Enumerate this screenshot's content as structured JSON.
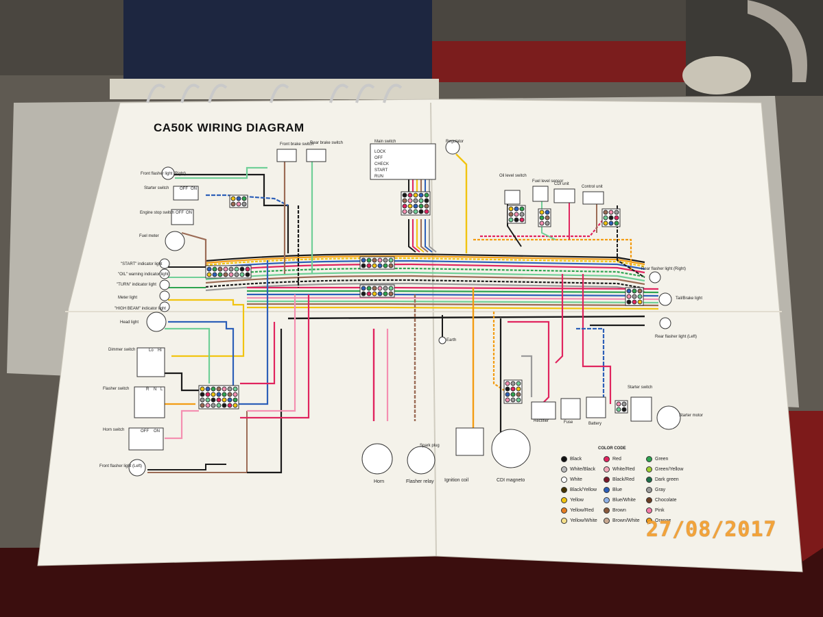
{
  "diagram": {
    "title": "CA50K WIRING DIAGRAM",
    "stamp_date": "27/08/2017",
    "labels": {
      "front_flasher_right": "Front flasher light (Right)",
      "starter_switch_left": "Starter switch",
      "engine_stop_switch": "Engine stop switch",
      "fuel_meter": "Fuel meter",
      "start_indicator": "\"START\" indicator light",
      "oil_warning": "\"OIL\" warning indicator light",
      "turn_indicator": "\"TURN\" indicator light",
      "meter_light": "Meter light",
      "high_beam": "\"HIGH BEAM\" indicator light",
      "head_light": "Head light",
      "dimmer_switch": "Dimmer switch",
      "flasher_switch": "Flasher switch",
      "horn_switch": "Horn switch",
      "front_flasher_left": "Front flasher light (Left)",
      "front_brake_switch": "Front brake switch",
      "rear_brake_switch": "Rear brake switch",
      "main_switch": "Main switch",
      "regulator": "Regulator",
      "oil_level_switch": "Oil level switch",
      "fuel_level_sensor": "Fuel level sensor",
      "cdi_unit": "CDI unit",
      "control_unit": "Control unit",
      "rear_flasher_right": "Rear flasher light (Right)",
      "tail_brake": "Tail/Brake light",
      "rear_flasher_left": "Rear flasher light (Left)",
      "earth": "Earth",
      "starter_switch_right": "Starter switch",
      "starter_motor": "Starter motor",
      "rectifier": "Rectifier",
      "fuse": "Fuse",
      "battery": "Battery",
      "spark_plug": "Spark plug",
      "horn": "Horn",
      "flasher_relay": "Flasher relay",
      "ignition_coil": "Ignition coil",
      "cdi_magneto": "CDI magneto"
    },
    "main_switch_positions": [
      "LOCK",
      "OFF",
      "CHECK",
      "START",
      "RUN"
    ],
    "switch_states": {
      "starter": [
        "OFF",
        "ON"
      ],
      "engine_stop": [
        "OFF",
        "ON"
      ],
      "dimmer": [
        "Lo",
        "Hi"
      ],
      "flasher": [
        "R",
        "N",
        "L"
      ],
      "horn": [
        "OFF",
        "ON"
      ]
    },
    "color_code": {
      "title": "COLOR CODE",
      "items": [
        {
          "name": "Black",
          "color": "#111111"
        },
        {
          "name": "White/Black",
          "color": "#bbbbbb"
        },
        {
          "name": "White",
          "color": "#ffffff"
        },
        {
          "name": "Black/Yellow",
          "color": "#443300"
        },
        {
          "name": "Yellow",
          "color": "#f1c40f"
        },
        {
          "name": "Yellow/Red",
          "color": "#e67e22"
        },
        {
          "name": "Yellow/White",
          "color": "#f5df8a"
        },
        {
          "name": "Red",
          "color": "#e0245e"
        },
        {
          "name": "White/Red",
          "color": "#f2a7b8"
        },
        {
          "name": "Black/Red",
          "color": "#7a1a2a"
        },
        {
          "name": "Blue",
          "color": "#2c5fb8"
        },
        {
          "name": "Blue/White",
          "color": "#8fb2e8"
        },
        {
          "name": "Brown",
          "color": "#8b5a3c"
        },
        {
          "name": "Brown/White",
          "color": "#c8a890"
        },
        {
          "name": "Green",
          "color": "#2ea44f"
        },
        {
          "name": "Green/Yellow",
          "color": "#9acd32"
        },
        {
          "name": "Dark green",
          "color": "#1f6f4a"
        },
        {
          "name": "Gray",
          "color": "#999999"
        },
        {
          "name": "Chocolate",
          "color": "#6b3e26"
        },
        {
          "name": "Pink",
          "color": "#f27aa6"
        },
        {
          "name": "Orange",
          "color": "#f39c12"
        }
      ]
    },
    "colors": {
      "black": "#1a1a1a",
      "red": "#e0245e",
      "blue": "#2c5fb8",
      "yellow": "#f1c40f",
      "green": "#2ea44f",
      "lightgreen": "#6fcf97",
      "brown": "#9b6b55",
      "orange": "#f39c12",
      "pink": "#f48fb1",
      "gray": "#9a9a9a",
      "darkgreen": "#1f6f4a"
    }
  }
}
